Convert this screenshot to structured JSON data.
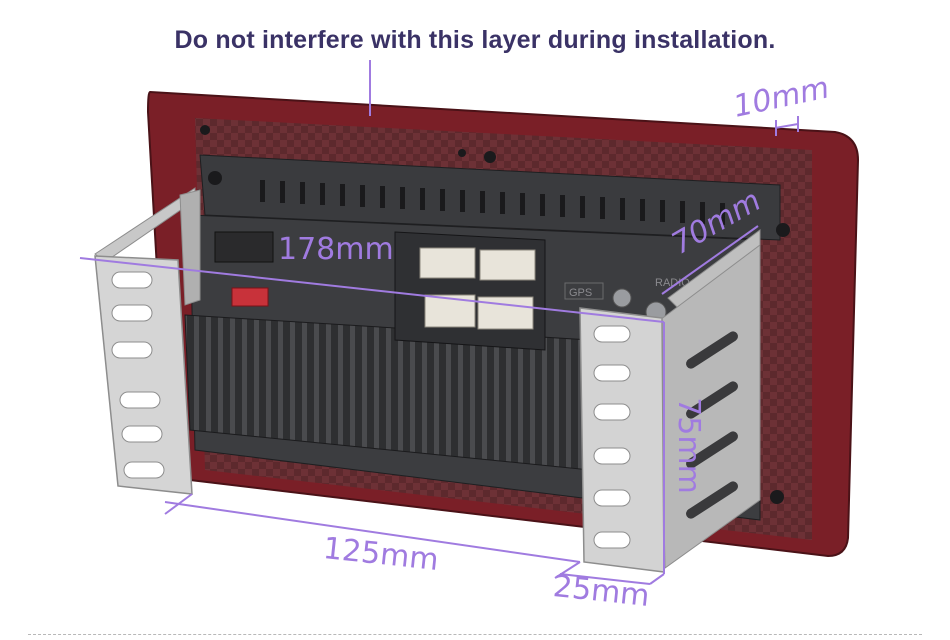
{
  "title": "Do not interfere with this layer during installation.",
  "dimensions": {
    "top_depth": "10mm",
    "width": "178mm",
    "inner_depth": "70mm",
    "height": "75mm",
    "bracket_length": "125mm",
    "bracket_width": "25mm"
  },
  "labels": {
    "gps": "GPS",
    "radio": "RADIO"
  },
  "colors": {
    "accent": "#a07be0",
    "title": "#3a3266",
    "frame": "#7a1f27",
    "chassis": "#3c3d40",
    "bracket": "#c9c9c9"
  }
}
